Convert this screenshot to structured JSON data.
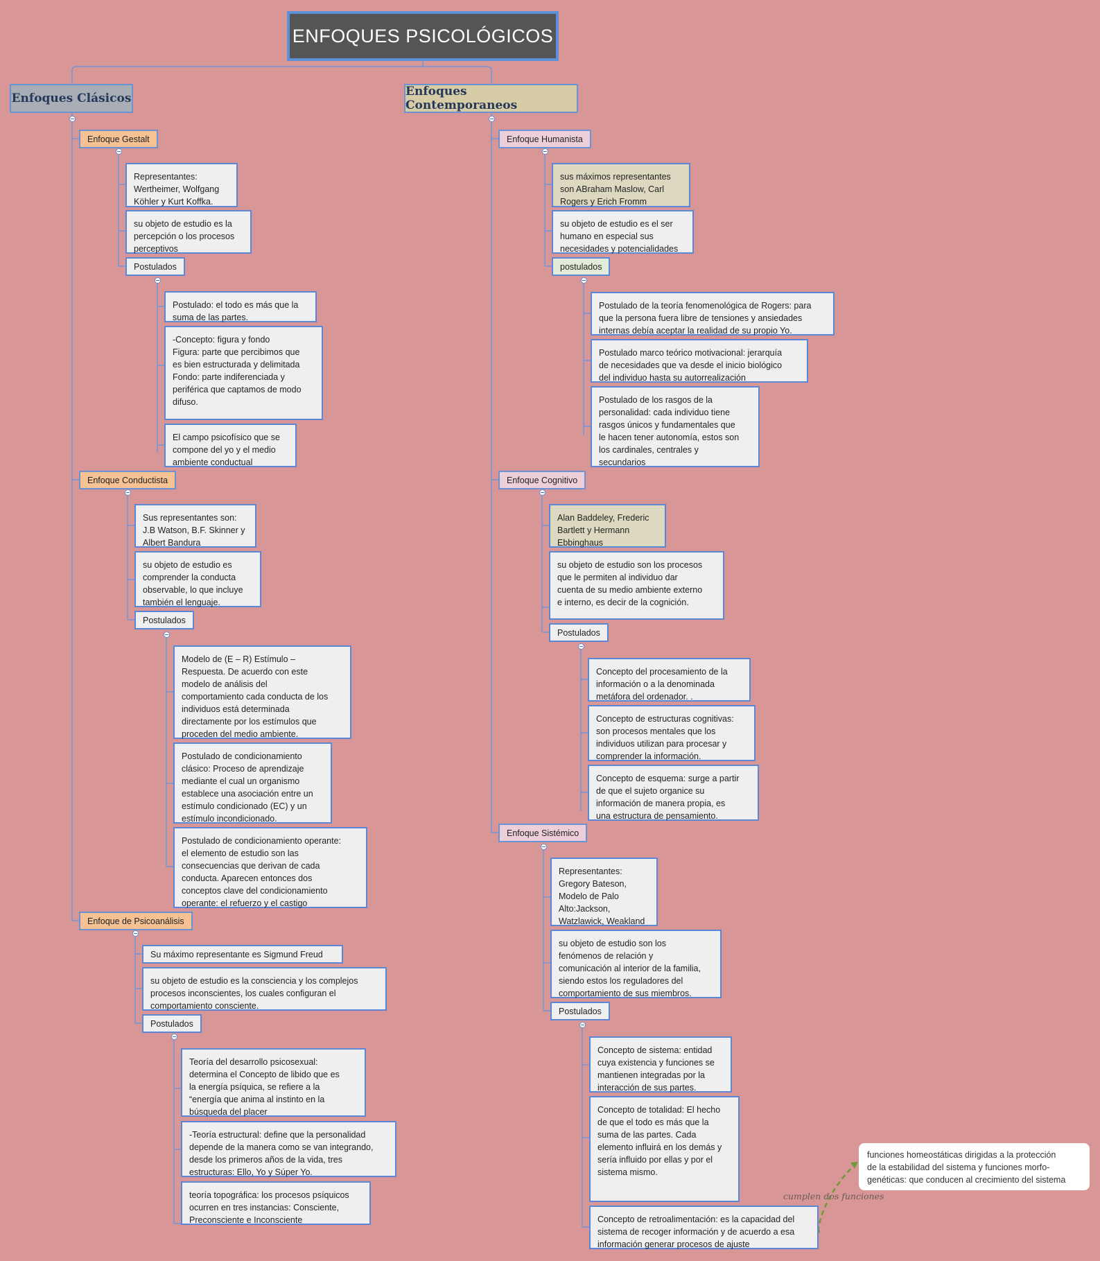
{
  "title": "ENFOQUES PSICOLÓGICOS",
  "left": {
    "label": "Enfoques Clásicos",
    "gestalt": {
      "label": "Enfoque Gestalt",
      "rep": " Representantes:\nWertheimer, Wolfgang\nKöhler y Kurt Koffka.",
      "obj": "su objeto de estudio es  la\npercepción o los procesos\nperceptivos",
      "post": "Postulados",
      "p1": "Postulado: el todo es más que la\nsuma de las partes.",
      "p2": "-Concepto: figura y fondo\nFigura: parte que percibimos que\nes bien estructurada y delimitada\nFondo: parte indiferenciada y\nperiférica que captamos de modo\ndifuso.",
      "p3": "El campo psicofísico  que se\ncompone del yo y el medio\nambiente conductual"
    },
    "conductista": {
      "label": "Enfoque Conductista",
      "rep": "Sus representantes son:\nJ.B Watson, B.F. Skinner y\nAlbert Bandura",
      "obj": "su objeto de estudio es\ncomprender la conducta\nobservable, lo que incluye\ntambién el lenguaje.",
      "post": "Postulados",
      "p1": "Modelo de (E – R) Estímulo –\nRespuesta. De acuerdo con este\nmodelo de análisis del\ncomportamiento cada conducta de los\nindividuos está determinada\ndirectamente por los estímulos que\nproceden del medio ambiente.",
      "p2": "Postulado de condicionamiento\nclásico: Proceso de aprendizaje\nmediante el cual un organismo\nestablece una asociación entre un\nestímulo condicionado (EC) y un\nestímulo incondicionado.",
      "p3": "Postulado de condicionamiento operante:\nel elemento de estudio son las\nconsecuencias que derivan de cada\nconducta.  Aparecen entonces dos\nconceptos clave del condicionamiento\noperante: el refuerzo y el castigo"
    },
    "psico": {
      "label": "Enfoque de Psicoanálisis",
      "rep": "Su máximo representante es Sigmund Freud",
      "obj": "su objeto de estudio  es  la consciencia y  los complejos\nprocesos inconscientes, los cuales configuran el\ncomportamiento consciente.",
      "post": "Postulados",
      "p1": "Teoría del desarrollo psicosexual:\ndetermina el  Concepto de libido que  es\nla energía psíquica, se refiere a la\n“energía que anima al instinto en la\nbúsqueda del placer",
      "p2": "-Teoría estructural: define que la personalidad\ndepende de la manera como se van integrando,\ndesde los primeros años de la vida, tres\nestructuras: Ello, Yo y Súper Yo.",
      "p3": "teoría topográfica: los procesos psíquicos\nocurren en tres instancias: Consciente,\nPreconsciente e Inconsciente"
    }
  },
  "right": {
    "label": "Enfoques Contemporaneos",
    "humanista": {
      "label": "Enfoque Humanista",
      "rep": "sus máximos representantes\nson ABraham Maslow, Carl\nRogers y  Erich Fromm",
      "obj": "su objeto de estudio es el ser\nhumano en especial sus\nnecesidades y potencialidades",
      "post": "postulados",
      "p1": "Postulado de la teoría fenomenológica de Rogers: para\nque la persona fuera libre de tensiones y ansiedades\ninternas debía aceptar la realidad de su propio Yo.",
      "p2": "Postulado marco teórico motivacional: jerarquía\nde necesidades que va desde el inicio biológico\ndel individuo hasta su autorrealización",
      "p3": "Postulado de los rasgos de la\npersonalidad: cada individuo tiene\nrasgos únicos y fundamentales  que\nle hacen tener autonomía, estos son\nlos cardinales, centrales y\nsecundarios"
    },
    "cognitivo": {
      "label": "Enfoque Cognitivo",
      "rep": " Alan Baddeley, Frederic\nBartlett y Hermann\nEbbinghaus",
      "obj": "su objeto de estudio son los procesos\nque le permiten al individuo dar\ncuenta de su medio ambiente externo\ne interno, es decir de la cognición.",
      "post": "Postulados",
      "p1": "Concepto  del procesamiento de la\ninformación o a la denominada\nmetáfora del ordenador. .",
      "p2": "Concepto de estructuras cognitivas:\nson procesos mentales que los\nindividuos utilizan para procesar y\ncomprender la información.",
      "p3": "Concepto de esquema: surge a partir\nde que el sujeto organice su\ninformación de manera propia, es\nuna estructura de pensamiento."
    },
    "sistemico": {
      "label": "Enfoque Sistémico",
      "rep": "Representantes:\nGregory Bateson,\nModelo de Palo\nAlto:Jackson,\nWatzlawick, Weakland",
      "obj": "su objeto de estudio son los\nfenómenos de relación y\ncomunicación al interior de la familia,\nsiendo estos los reguladores del\ncomportamiento de sus miembros.",
      "post": "Postulados",
      "p1": "Concepto de sistema: entidad\ncuya existencia y funciones se\nmantienen integradas por la\ninteracción de sus partes.",
      "p2": "Concepto de totalidad: El hecho\nde que el todo es más que la\nsuma de las partes. Cada\nelemento influirá en los demás y\nsería influido por ellas y por el\nsistema mismo.",
      "p3": "Concepto de retroalimentación: es la capacidad del\nsistema de recoger información y de acuerdo a esa\ninformación generar procesos de ajuste"
    }
  },
  "note": "funciones homeostáticas dirigidas a la protección\nde la estabilidad del sistema  y funciones morfo-\ngenéticas:  que conducen al crecimiento del sistema",
  "relation_label": "cumplen dos funciones"
}
